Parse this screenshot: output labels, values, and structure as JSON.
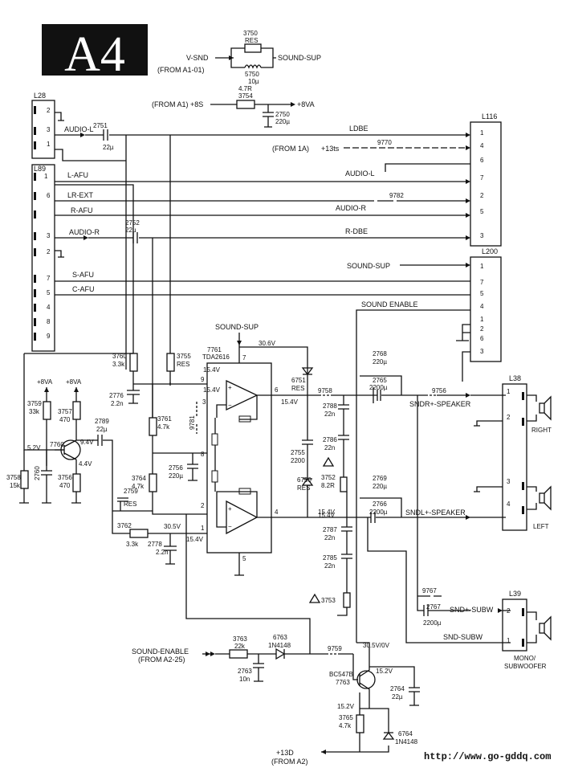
{
  "page": {
    "label": "A4",
    "url": "http://www.go-gddq.com"
  },
  "connectors": {
    "l28": {
      "name": "L28",
      "pins": [
        "2",
        "3",
        "1"
      ]
    },
    "l89": {
      "name": "L89",
      "pins": [
        "1",
        "6",
        "3",
        "2",
        "7",
        "5",
        "4",
        "8",
        "9"
      ]
    },
    "l116": {
      "name": "L116",
      "pins": [
        "1",
        "4",
        "6",
        "7",
        "2",
        "5",
        "3"
      ]
    },
    "l200": {
      "name": "L200",
      "pins": [
        "1",
        "7",
        "5",
        "4",
        "1",
        "2",
        "6",
        "3"
      ]
    },
    "l38": {
      "name": "L38",
      "pins": [
        "1",
        "2",
        "3",
        "4"
      ],
      "right": "RIGHT",
      "left": "LEFT"
    },
    "l39": {
      "name": "L39",
      "pins": [
        "2",
        "1"
      ],
      "label1": "MONO/",
      "label2": "SUBWOOFER"
    }
  },
  "nets": {
    "vsnd": "V-SND",
    "from_a101": "(FROM A1-01)",
    "sound_sup_top": "SOUND-SUP",
    "from_a1_8s": "(FROM A1) +8S",
    "plus8va": "+8VA",
    "audio_l": "AUDIO-L",
    "l_afu": "L-AFU",
    "lr_ext": "LR-EXT",
    "r_afu": "R-AFU",
    "audio_r": "AUDIO-R",
    "s_afu": "S-AFU",
    "c_afu": "C-AFU",
    "ldbe": "LDBE",
    "from_1a": "(FROM 1A)",
    "plus13ts": "+13ts",
    "audio_l_right": "AUDIO-L",
    "audio_r_right": "AUDIO-R",
    "r_dbe": "R-DBE",
    "sound_sup_right": "SOUND-SUP",
    "sound_enable": "SOUND ENABLE",
    "sound_sup_ic": "SOUND-SUP",
    "v306": "30.6V",
    "v154a": "15.4V",
    "v154b": "15.4V",
    "v154c": "15.4V",
    "v154d": "15.4V",
    "v154e": "15.4V",
    "v305": "30.5V",
    "v154f": "15.4V",
    "plus8va_a": "+8VA",
    "plus8va_b": "+8VA",
    "v52": "5.2V",
    "v94": "9.4V",
    "v44": "4.4V",
    "sndr": "SNDR+-SPEAKER",
    "sndl": "SNDL+-SPEAKER",
    "snd_subw_p": "SND+-SUBW",
    "snd_subw_m": "SND-SUBW",
    "sound_enable_in": "SOUND-ENABLE",
    "from_a225": "(FROM A2-25)",
    "v305_0": "30.5V/0V",
    "v152": "15.2V",
    "v152b": "15.2V",
    "plus13d": "+13D",
    "from_a2": "(FROM A2)"
  },
  "components": {
    "r3750": [
      "3750",
      "RES"
    ],
    "l5750": [
      "5750",
      "10µ"
    ],
    "r3754": [
      "4.7R",
      "3754"
    ],
    "c2750": [
      "2750",
      "220µ"
    ],
    "c2751": [
      "2751",
      "22µ"
    ],
    "c2752": [
      "2752",
      "22µ"
    ],
    "b9770": "9770",
    "b9782": "9782",
    "ic": [
      "7761",
      "TDA2616"
    ],
    "r3760": [
      "3760",
      "3.3k"
    ],
    "r3755": [
      "3755",
      "RES"
    ],
    "c2776": [
      "2776",
      "2.2n"
    ],
    "r3761": [
      "3761",
      "4.7k"
    ],
    "j9781": "9781",
    "c2756": [
      "2756",
      "220µ"
    ],
    "r3764": [
      "3764",
      "4.7k"
    ],
    "r3759": [
      "3759",
      "33k"
    ],
    "r3757": [
      "3757",
      "470"
    ],
    "c2789": [
      "2789",
      "22µ"
    ],
    "q7760": "7760",
    "r3758": [
      "3758",
      "15k"
    ],
    "c2760": "2760",
    "r3756": [
      "3756",
      "470"
    ],
    "r2759": [
      "2759",
      "RES"
    ],
    "r3762": [
      "3762",
      "3.3k"
    ],
    "c2778": [
      "2778",
      "2.2n"
    ],
    "d6751": [
      "6751",
      "RES"
    ],
    "c2755": [
      "2755",
      "2200"
    ],
    "d6750": [
      "6750",
      "RES"
    ],
    "b9758": "9758",
    "c2788": [
      "2788",
      "22n"
    ],
    "c2786": [
      "2786",
      "22n"
    ],
    "r3752": [
      "3752",
      "8.2R"
    ],
    "c2768": [
      "2768",
      "220µ"
    ],
    "c2765": [
      "2765",
      "2200µ"
    ],
    "b9756": "9756",
    "c2769": [
      "2769",
      "220µ"
    ],
    "c2766": [
      "2766",
      "2200µ"
    ],
    "c2787": [
      "2787",
      "22n"
    ],
    "c2785": [
      "2785",
      "22n"
    ],
    "r3753": "3753",
    "b9767": "9767",
    "c2767": [
      "2767",
      "2200µ"
    ],
    "r3763": [
      "3763",
      "22k"
    ],
    "d6763": [
      "6763",
      "1N4148"
    ],
    "b9759": "9759",
    "c2763": [
      "2763",
      "10n"
    ],
    "q7763": [
      "BC547B",
      "7763"
    ],
    "c2764": [
      "2764",
      "22µ"
    ],
    "r3765": [
      "3765",
      "4.7k"
    ],
    "d6764": [
      "6764",
      "1N4148"
    ]
  },
  "ic_pins": {
    "p7": "7",
    "p9": "9",
    "p3": "3",
    "p6": "6",
    "p8": "8",
    "p2": "2",
    "p1": "1",
    "p4": "4",
    "p5": "5"
  }
}
